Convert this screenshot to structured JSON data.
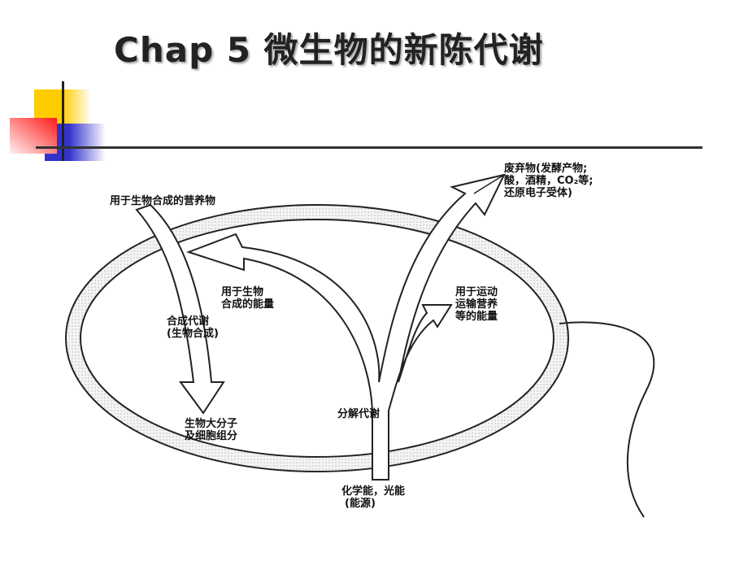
{
  "title": "Chap 5  微生物的新陈代谢",
  "diagram": {
    "nutrients_for_synthesis": "用于生物合成的营养物",
    "energy_for_synthesis": [
      "用于生物",
      "合成的能量"
    ],
    "anabolism": [
      "合成代谢",
      "(生物合成)"
    ],
    "macromolecules": [
      "生物大分子",
      "及细胞组分"
    ],
    "catabolism": "分解代谢",
    "energy_source": [
      "化学能，光能",
      "(能源)"
    ],
    "energy_for_motion": [
      "用于运动",
      "运输营养",
      "等的能量"
    ],
    "waste": [
      "废弃物(发酵产物;",
      "酸，酒精，CO₂等;",
      "还原电子受体)"
    ]
  },
  "colors": {
    "yellow": "#ffcc00",
    "red": "#ff2020",
    "blue": "#3333cc"
  }
}
